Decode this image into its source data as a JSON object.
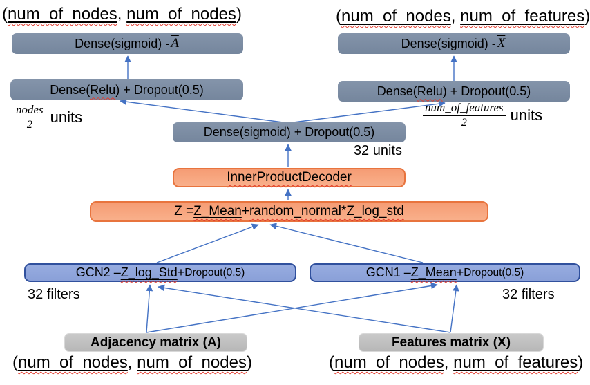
{
  "colors": {
    "slate_box": "#7b8ca3",
    "orange_fill": "#f7a580",
    "orange_border": "#e8743e",
    "blue_fill": "#8fa4dc",
    "blue_border": "#30509d",
    "gray_fill": "#bfbfbf",
    "arrow": "#4472c4",
    "spellcheck_wavy": "#e23b2e"
  },
  "dims": {
    "top_left": {
      "open": "(",
      "a": "num_of_nodes",
      "comma": ", ",
      "b": "num_of_nodes",
      "close": ")"
    },
    "top_right": {
      "open": "(",
      "a": "num_of_nodes",
      "comma": ", ",
      "b": "num_of_features",
      "close": ")"
    },
    "bottom_left": {
      "open": "(",
      "a": "num_of_nodes",
      "comma": ", ",
      "b": "num_of_nodes",
      "close": ")"
    },
    "bottom_right": {
      "open": "(",
      "a": "num_of_nodes",
      "comma": ", ",
      "b": "num_of_features",
      "close": ")"
    }
  },
  "decoder": {
    "dense_sigmoid_a": {
      "text": "Dense(sigmoid) - ",
      "math": "A"
    },
    "dense_sigmoid_x": {
      "text": "Dense(sigmoid) - ",
      "math": "X"
    },
    "dense_relu": {
      "pre": "Dense(",
      "relu": "Relu",
      "post": ") + Dropout(0.5)"
    },
    "left_units": {
      "numerator": "nodes",
      "denominator": "2",
      "suffix": "units"
    },
    "right_units": {
      "numerator": "num_of_features",
      "denominator": "2",
      "suffix": "units"
    },
    "dense_sigmoid_mid": {
      "label": "Dense(sigmoid) + Dropout(0.5)",
      "units": "32 units"
    },
    "inner_product_decoder": "InnerProductDecoder"
  },
  "latent": {
    "z_equation": {
      "pre": "Z = ",
      "zmean": "Z_Mean",
      "plus": " + ",
      "rest": "random_normal*Z_log_std"
    }
  },
  "encoder": {
    "gcn2": {
      "pre": "GCN2 – ",
      "token": "Z_log_Std",
      "plus": " +",
      "dropout": "Dropout(0.5)",
      "filters": "32 filters"
    },
    "gcn1": {
      "pre": "GCN1 – ",
      "token": "Z_Mean",
      "plus": " + ",
      "dropout": "Dropout(0.5)",
      "filters": "32 filters"
    }
  },
  "inputs": {
    "adjacency": {
      "label": "Adjacency matrix (A)"
    },
    "features": {
      "label": "Features matrix (X)"
    }
  }
}
